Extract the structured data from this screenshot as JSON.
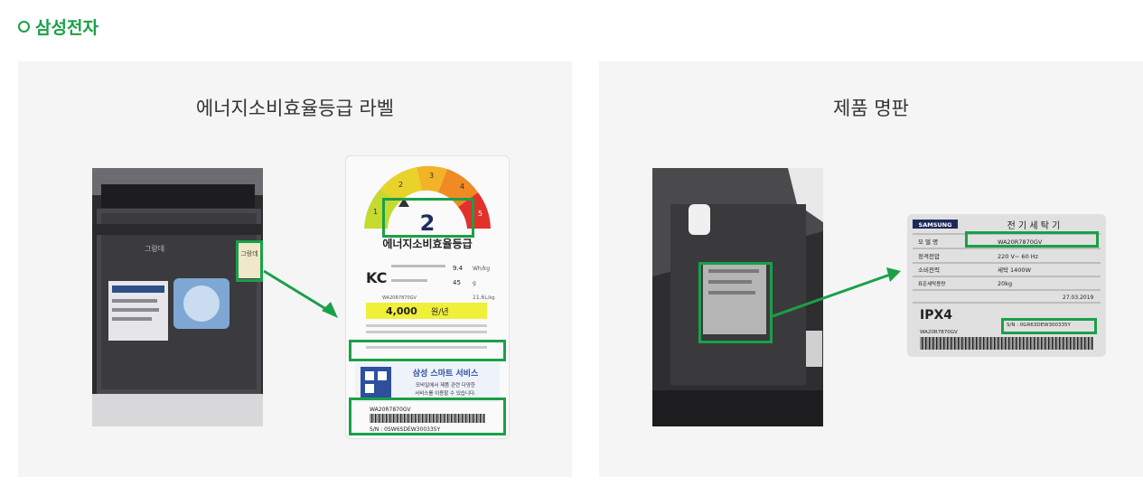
{
  "brand": {
    "title": "삼성전자",
    "accent_color": "#1aa048"
  },
  "energy_panel": {
    "title": "에너지소비효율등급 라벨",
    "label": {
      "scale_numbers": [
        "1",
        "2",
        "3",
        "4",
        "5"
      ],
      "grade": "2",
      "heading": "에너지소비효율등급",
      "certification_mark": "KC",
      "stat_1_value": "9.4",
      "stat_1_unit": "Wh/kg",
      "stat_2_value": "45",
      "stat_2_unit": "g",
      "stat_3_value": "11.6",
      "stat_3_unit": "L/kg",
      "model_code": "WA20R7870GV",
      "annual_cost": "4,000",
      "annual_cost_unit": "원/년",
      "service_title": "삼성 스마트 서비스",
      "service_line_1": "모바일에서 제품 관련 다양한",
      "service_line_2": "서비스를 이용할 수 있습니다.",
      "barcode_model": "WA20R7870GV",
      "serial": "S/N : 0SW6SDEW300335Y"
    },
    "machine": {
      "sticker_text": "그랑데",
      "panel_logo": "그랑데"
    }
  },
  "nameplate_panel": {
    "title": "제품 명판",
    "plate": {
      "brand": "SAMSUNG",
      "product_name": "전 기 세 탁 기",
      "rows": [
        {
          "label": "모 델 명",
          "value": "WA20R7870GV"
        },
        {
          "label": "정격전압",
          "value": "220 V~  60 Hz"
        },
        {
          "label": "소비전력",
          "value": "세탁 1400W"
        },
        {
          "label": "표준세탁용량",
          "value": "20kg"
        }
      ],
      "ip_rating": "IPX4",
      "bottom_model": "WA20R7870GV",
      "serial": "S/N : 0GR63DEW300335Y",
      "date": "27.03.2019"
    }
  }
}
